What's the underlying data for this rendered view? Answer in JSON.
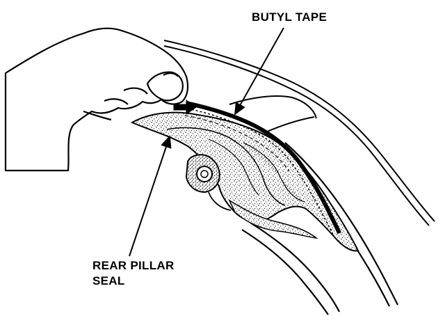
{
  "diagram": {
    "callouts": {
      "butyl_tape": "BUTYL TAPE",
      "rear_pillar_seal_line1": "REAR PILLAR",
      "rear_pillar_seal_line2": "SEAL"
    },
    "colors": {
      "ink": "#000000",
      "paper": "#ffffff"
    }
  }
}
